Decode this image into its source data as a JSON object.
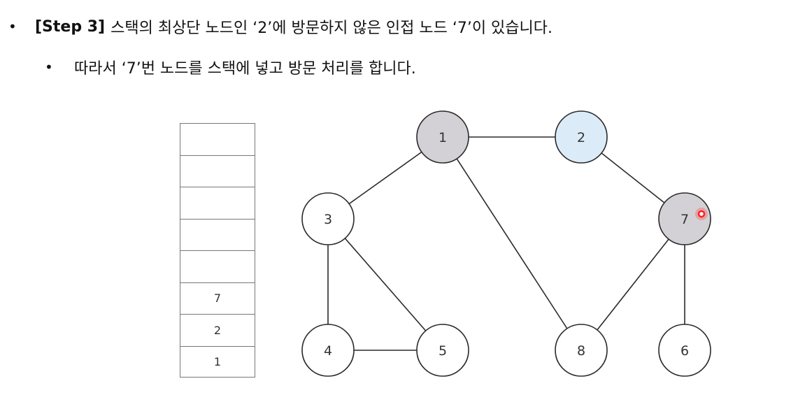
{
  "heading": {
    "bullet1": "•",
    "step_tag": "[Step 3]",
    "line1_text": "스택의 최상단 노드인 ‘2’에 방문하지 않은 인접 노드 ‘7’이 있습니다.",
    "bullet2": "•",
    "line2_text": "따라서 ‘7’번 노드를 스택에 넣고 방문 처리를 합니다."
  },
  "stack": {
    "cells": [
      "",
      "",
      "",
      "",
      "",
      "7",
      "2",
      "1"
    ]
  },
  "graph": {
    "nodes": [
      {
        "id": "1",
        "label": "1",
        "state": "visited"
      },
      {
        "id": "2",
        "label": "2",
        "state": "current"
      },
      {
        "id": "3",
        "label": "3",
        "state": "unvisited"
      },
      {
        "id": "7",
        "label": "7",
        "state": "visited"
      },
      {
        "id": "4",
        "label": "4",
        "state": "unvisited"
      },
      {
        "id": "5",
        "label": "5",
        "state": "unvisited"
      },
      {
        "id": "8",
        "label": "8",
        "state": "unvisited"
      },
      {
        "id": "6",
        "label": "6",
        "state": "unvisited"
      }
    ],
    "edges": [
      [
        "1",
        "2"
      ],
      [
        "1",
        "3"
      ],
      [
        "1",
        "8"
      ],
      [
        "2",
        "7"
      ],
      [
        "3",
        "4"
      ],
      [
        "3",
        "5"
      ],
      [
        "4",
        "5"
      ],
      [
        "7",
        "8"
      ],
      [
        "7",
        "6"
      ]
    ],
    "colors": {
      "visited": "#d4d1d6",
      "current": "#dcebf8",
      "unvisited": "#ffffff",
      "stroke": "#2a2a2a",
      "cursor": "#ff2020"
    }
  }
}
